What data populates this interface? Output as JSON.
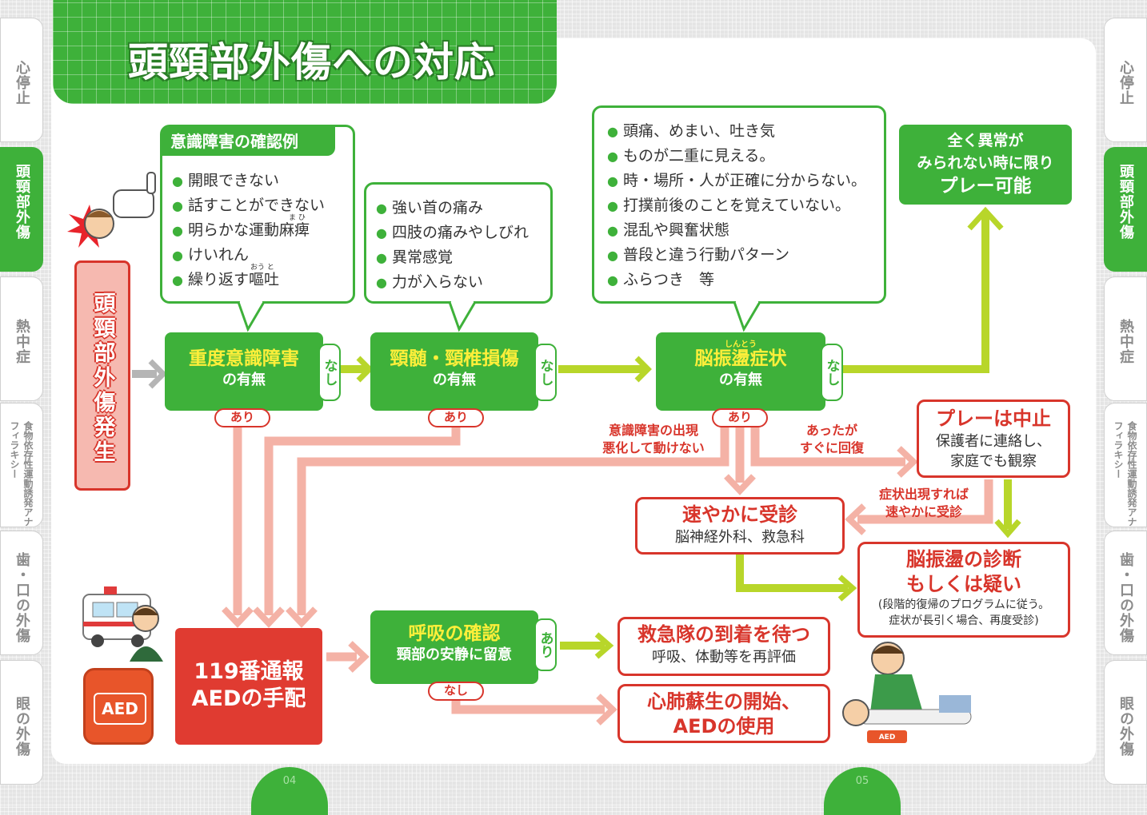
{
  "title": "頭頸部外傷への対応",
  "left_tabs": [
    "心停止",
    "頭頸部外傷",
    "熱中症",
    "食物依存性運動誘発アナフィラキシー",
    "歯・口の外傷",
    "眼の外傷"
  ],
  "right_tabs": [
    "心停止",
    "頭頸部外傷",
    "熱中症",
    "食物依存性運動誘発アナフィラキシー",
    "歯・口の外傷",
    "眼の外傷"
  ],
  "start": {
    "label": "頭頸部外傷発生"
  },
  "consciousness_examples": {
    "heading": "意識障害の確認例",
    "items": [
      "開眼できない",
      "話すことができない",
      "明らかな運動麻痺",
      "けいれん",
      "繰り返す嘔吐"
    ],
    "ruby_mahi": "ま ひ",
    "ruby_outo": "おう と"
  },
  "spine_symptoms": {
    "items": [
      "強い首の痛み",
      "四肢の痛みやしびれ",
      "異常感覚",
      "力が入らない"
    ]
  },
  "concussion_symptoms": {
    "items": [
      "頭痛、めまい、吐き気",
      "ものが二重に見える。",
      "時・場所・人が正確に分からない。",
      "打撲前後のことを覚えていない。",
      "混乱や興奮状態",
      "普段と違う行動パターン",
      "ふらつき　等"
    ]
  },
  "decisions": {
    "consciousness": {
      "title": "重度意識障害",
      "sub": "の有無"
    },
    "spine": {
      "title": "頸髄・頸椎損傷",
      "sub": "の有無"
    },
    "concussion": {
      "title": "脳振盪症状",
      "sub": "の有無",
      "ruby": "しんとう"
    },
    "breathing": {
      "title": "呼吸の確認",
      "sub": "頸部の安静に留意"
    }
  },
  "labels": {
    "nashi": "なし",
    "ari": "あり"
  },
  "play_ok": {
    "lines": [
      "全く異常が",
      "みられない時に限り",
      "プレー可能"
    ]
  },
  "branch_notes": {
    "worse": [
      "意識障害の出現",
      "悪化して動けない"
    ],
    "recovered": [
      "あったが",
      "すぐに回復"
    ],
    "if_symptom": [
      "症状出現すれば",
      "速やかに受診"
    ]
  },
  "stop_play": {
    "title": "プレーは中止",
    "lines": [
      "保護者に連絡し、",
      "家庭でも観察"
    ]
  },
  "see_doctor": {
    "title": "速やかに受診",
    "sub": "脳神経外科、救急科"
  },
  "diagnosis": {
    "title": [
      "脳振盪の診断",
      "もしくは疑い"
    ],
    "sub": [
      "(段階的復帰のプログラムに従う。",
      "症状が長引く場合、再度受診)"
    ]
  },
  "emergency": {
    "lines": [
      "119番通報",
      "AEDの手配"
    ]
  },
  "wait": {
    "title": "救急隊の到着を待つ",
    "sub": "呼吸、体動等を再評価"
  },
  "cpr": {
    "lines": [
      "心肺蘇生の開始、",
      "AEDの使用"
    ]
  },
  "aed_label": "AED",
  "aed_small": "AED",
  "pages": {
    "left": "04",
    "right": "05"
  },
  "colors": {
    "green": "#3eb13a",
    "yellow": "#ffef3a",
    "red": "#d8352b",
    "pink_arrow": "#f4b2a6",
    "lime_arrow": "#b8d62a"
  }
}
